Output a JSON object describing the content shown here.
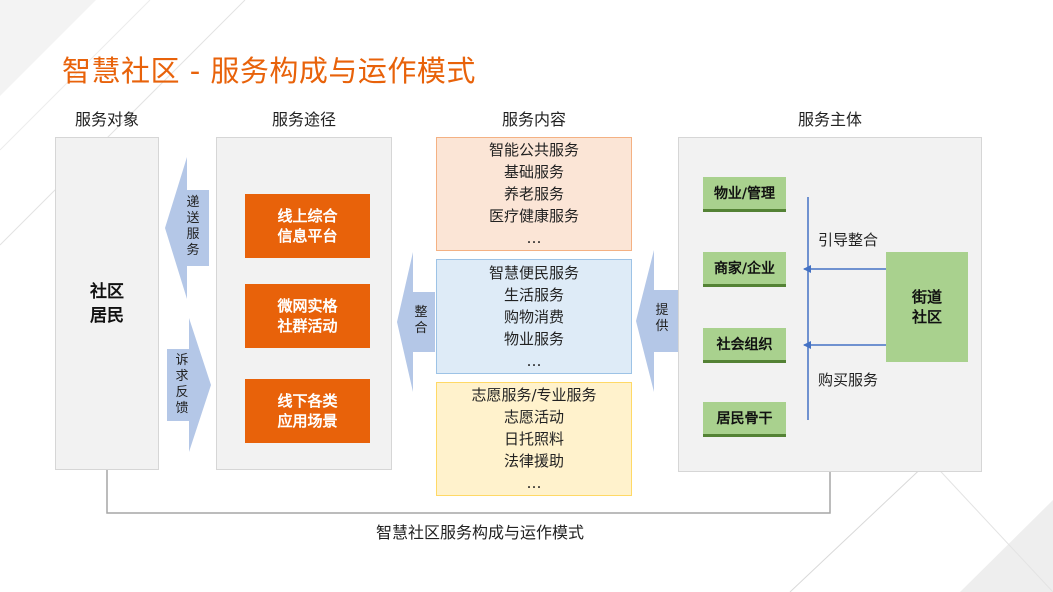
{
  "title": "智慧社区 - 服务构成与运作模式",
  "headers": {
    "target": "服务对象",
    "channel": "服务途径",
    "content": "服务内容",
    "subject": "服务主体"
  },
  "target_box": {
    "line1": "社区",
    "line2": "居民"
  },
  "arrows": {
    "deliver": "递送服务",
    "feedback": "诉求反馈",
    "integrate": "整合",
    "provide": "提供"
  },
  "channels": [
    {
      "line1": "线上综合",
      "line2": "信息平台"
    },
    {
      "line1": "微网实格",
      "line2": "社群活动"
    },
    {
      "line1": "线下各类",
      "line2": "应用场景"
    }
  ],
  "content_groups": [
    {
      "items": [
        "智能公共服务",
        "基础服务",
        "养老服务",
        "医疗健康服务",
        "…"
      ],
      "fill": "#fbe5d6",
      "border": "#f4b183"
    },
    {
      "items": [
        "智慧便民服务",
        "生活服务",
        "购物消费",
        "物业服务",
        "…"
      ],
      "fill": "#deebf7",
      "border": "#9dc3e6"
    },
    {
      "items": [
        "志愿服务/专业服务",
        "志愿活动",
        "日托照料",
        "法律援助",
        "…"
      ],
      "fill": "#fff2cc",
      "border": "#ffd966"
    }
  ],
  "subjects": [
    "物业/管理",
    "商家/企业",
    "社会组织",
    "居民骨干"
  ],
  "street_box": {
    "line1": "街道",
    "line2": "社区"
  },
  "annotations": {
    "guide": "引导整合",
    "purchase": "购买服务"
  },
  "caption": "智慧社区服务构成与运作模式",
  "colors": {
    "accent": "#e8620a",
    "arrow": "#b4c7e7",
    "green": "#a9d18e",
    "green_dark": "#548235"
  }
}
